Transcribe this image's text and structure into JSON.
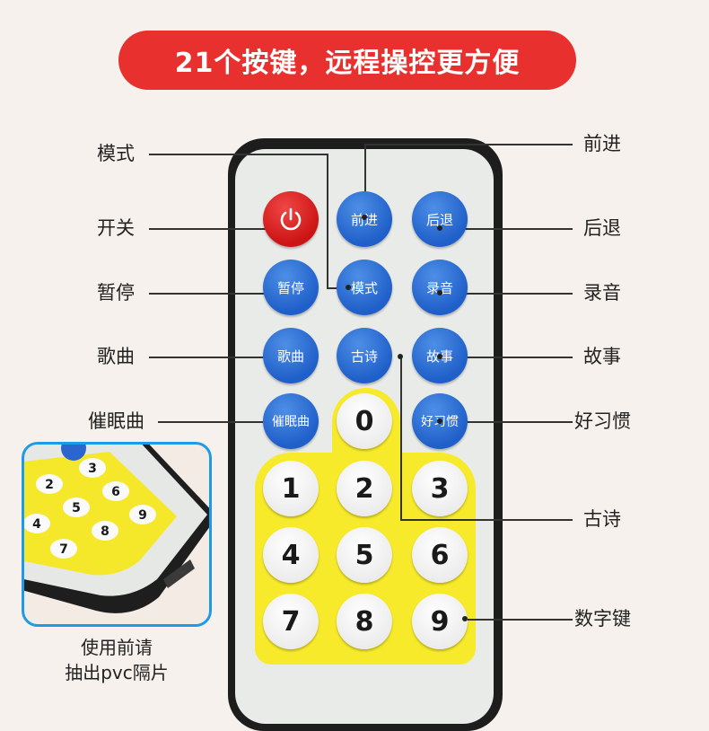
{
  "banner": {
    "text": "21个按键，远程操控更方便"
  },
  "buttons": {
    "power_icon": "power-icon",
    "forward": "前进",
    "back": "后退",
    "pause": "暂停",
    "mode": "模式",
    "record": "录音",
    "songs": "歌曲",
    "poem": "古诗",
    "story": "故事",
    "lullaby": "催眠曲",
    "habit": "好习惯",
    "digits": [
      "0",
      "1",
      "2",
      "3",
      "4",
      "5",
      "6",
      "7",
      "8",
      "9"
    ]
  },
  "callouts": {
    "mode": "模式",
    "power": "开关",
    "pause": "暂停",
    "songs": "歌曲",
    "lullaby": "催眠曲",
    "forward": "前进",
    "back": "后退",
    "record": "录音",
    "story": "故事",
    "habit": "好习惯",
    "poem": "古诗",
    "digits": "数字键"
  },
  "inset": {
    "caption_line1": "使用前请",
    "caption_line2": "抽出pvc隔片",
    "digits": [
      "3",
      "2",
      "6",
      "5",
      "9",
      "4",
      "8",
      "7"
    ]
  },
  "colors": {
    "banner": "#e8312f",
    "button_blue": "#1f5fc9",
    "button_red": "#cc1414",
    "keypad_yellow": "#f7ea2a",
    "inset_border": "#1e9be8"
  }
}
